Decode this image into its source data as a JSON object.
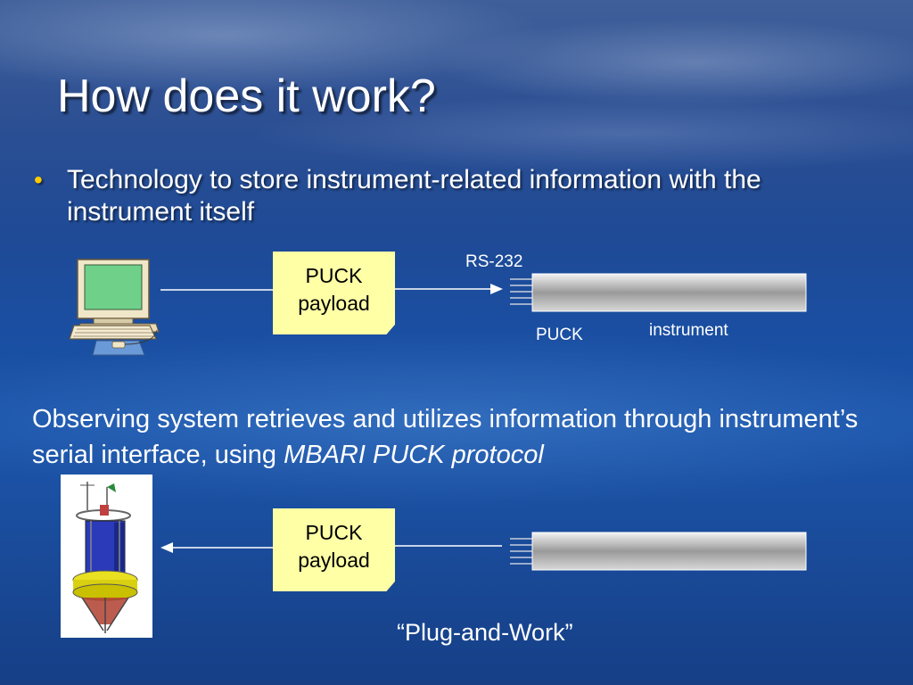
{
  "slide": {
    "title": "How does it work?",
    "bullet": "Technology to store instrument-related information with the instrument itself",
    "observing_text": "Observing system retrieves and utilizes information through instrument’s serial interface, using ",
    "observing_italic": "MBARI PUCK protocol",
    "quote": "“Plug-and-Work”"
  },
  "diagram_top": {
    "payload_line1": "PUCK",
    "payload_line2": "payload",
    "rs232_label": "RS-232",
    "puck_label": "PUCK",
    "instrument_label": "instrument"
  },
  "diagram_bottom": {
    "payload_line1": "PUCK",
    "payload_line2": "payload"
  },
  "colors": {
    "bullet_marker": "#ffcc00",
    "payload_fill": "#ffffa6"
  },
  "icons": {
    "computer": "desktop-computer-icon",
    "buoy": "observing-buoy-icon",
    "instrument": "instrument-cylinder-icon"
  }
}
